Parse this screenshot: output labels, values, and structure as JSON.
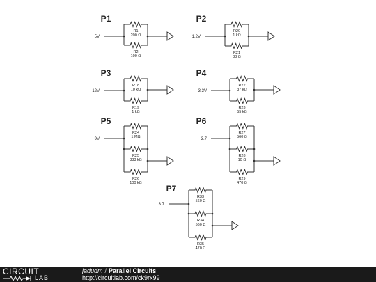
{
  "circuits": [
    {
      "label": "P1",
      "voltage": "5V",
      "resistors": [
        {
          "name": "R1",
          "value": "200 Ω"
        },
        {
          "name": "R2",
          "value": "100 Ω"
        }
      ]
    },
    {
      "label": "P2",
      "voltage": "1.2V",
      "resistors": [
        {
          "name": "R20",
          "value": "1 kΩ"
        },
        {
          "name": "R21",
          "value": "33 Ω"
        }
      ]
    },
    {
      "label": "P3",
      "voltage": "12V",
      "resistors": [
        {
          "name": "R18",
          "value": "10 kΩ"
        },
        {
          "name": "R19",
          "value": "1 kΩ"
        }
      ]
    },
    {
      "label": "P4",
      "voltage": "3.3V",
      "resistors": [
        {
          "name": "R22",
          "value": "37 kΩ"
        },
        {
          "name": "R23",
          "value": "55 kΩ"
        }
      ]
    },
    {
      "label": "P5",
      "voltage": "9V",
      "resistors": [
        {
          "name": "R24",
          "value": "1 MΩ"
        },
        {
          "name": "R25",
          "value": "333 kΩ"
        },
        {
          "name": "R26",
          "value": "100 kΩ"
        }
      ]
    },
    {
      "label": "P6",
      "voltage": "3.7",
      "resistors": [
        {
          "name": "R27",
          "value": "560 Ω"
        },
        {
          "name": "R28",
          "value": "10 Ω"
        },
        {
          "name": "R29",
          "value": "470 Ω"
        }
      ]
    },
    {
      "label": "P7",
      "voltage": "3.7",
      "resistors": [
        {
          "name": "R33",
          "value": "560 Ω"
        },
        {
          "name": "R34",
          "value": "560 Ω"
        },
        {
          "name": "R35",
          "value": "470 Ω"
        }
      ]
    }
  ],
  "footer": {
    "logo_top": "CIRCUIT",
    "logo_bottom": "LAB",
    "user": "jadudm",
    "separator": "/",
    "title": "Parallel Circuits",
    "url": "http://circuitlab.com/ck9rx99"
  },
  "colors": {
    "wire": "#333333",
    "text": "#222222",
    "footer_bg": "#1a1a1a"
  }
}
